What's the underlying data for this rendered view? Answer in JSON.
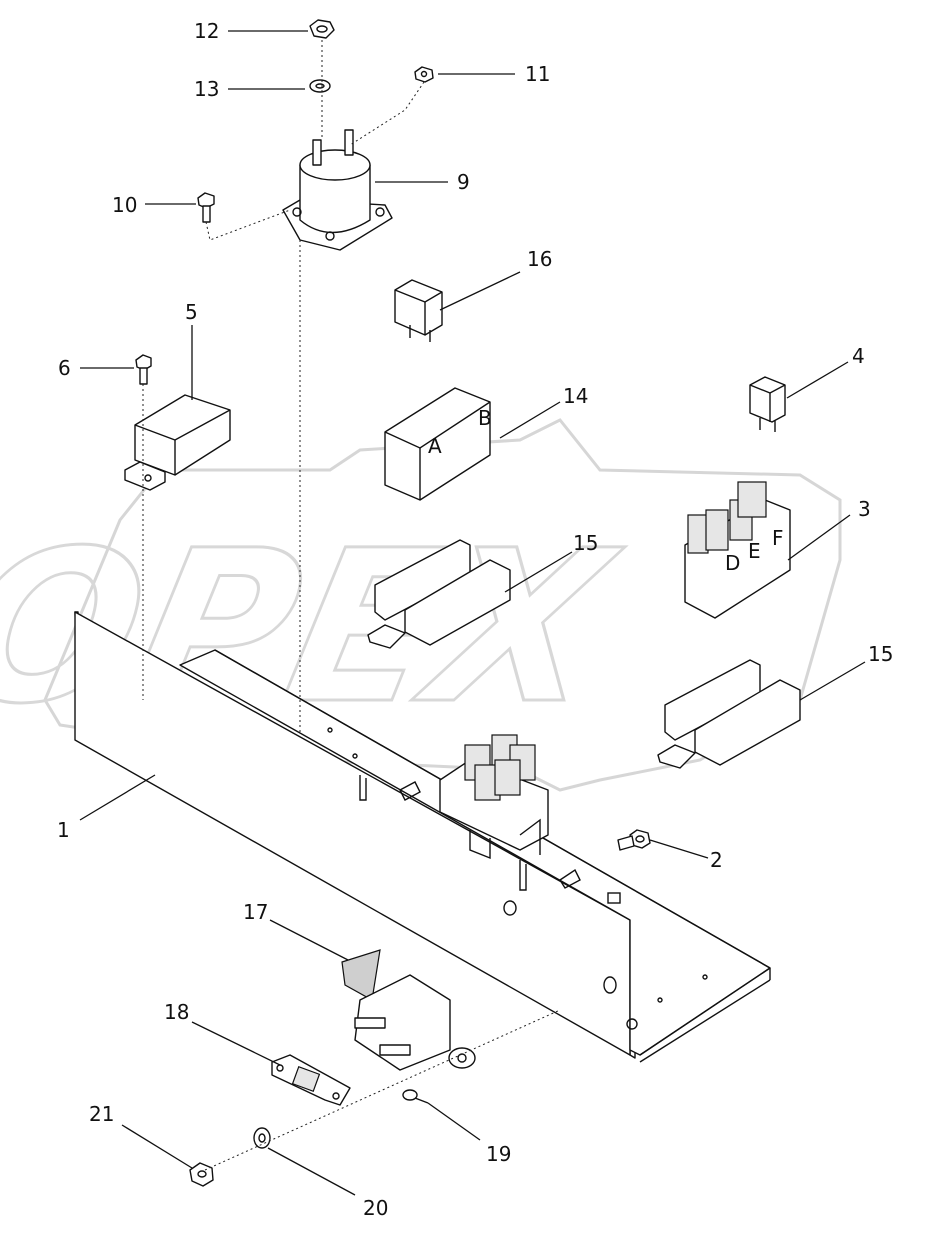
{
  "watermark": {
    "text": "OPEX"
  },
  "corner_mark": {
    "text": ""
  },
  "callouts": [
    {
      "id": "1",
      "label": "1"
    },
    {
      "id": "2",
      "label": "2"
    },
    {
      "id": "3",
      "label": "3"
    },
    {
      "id": "4",
      "label": "4"
    },
    {
      "id": "5",
      "label": "5"
    },
    {
      "id": "6",
      "label": "6"
    },
    {
      "id": "9",
      "label": "9"
    },
    {
      "id": "10",
      "label": "10"
    },
    {
      "id": "11",
      "label": "11"
    },
    {
      "id": "12",
      "label": "12"
    },
    {
      "id": "13",
      "label": "13"
    },
    {
      "id": "14",
      "label": "14"
    },
    {
      "id": "15a",
      "label": "15"
    },
    {
      "id": "15b",
      "label": "15"
    },
    {
      "id": "16",
      "label": "16"
    },
    {
      "id": "17",
      "label": "17"
    },
    {
      "id": "18",
      "label": "18"
    },
    {
      "id": "19",
      "label": "19"
    },
    {
      "id": "20",
      "label": "20"
    },
    {
      "id": "21",
      "label": "21"
    }
  ],
  "relay_block_letters": {
    "top_row": [
      "A",
      "B"
    ],
    "bottom_row": [
      "D",
      "E",
      "F"
    ]
  }
}
